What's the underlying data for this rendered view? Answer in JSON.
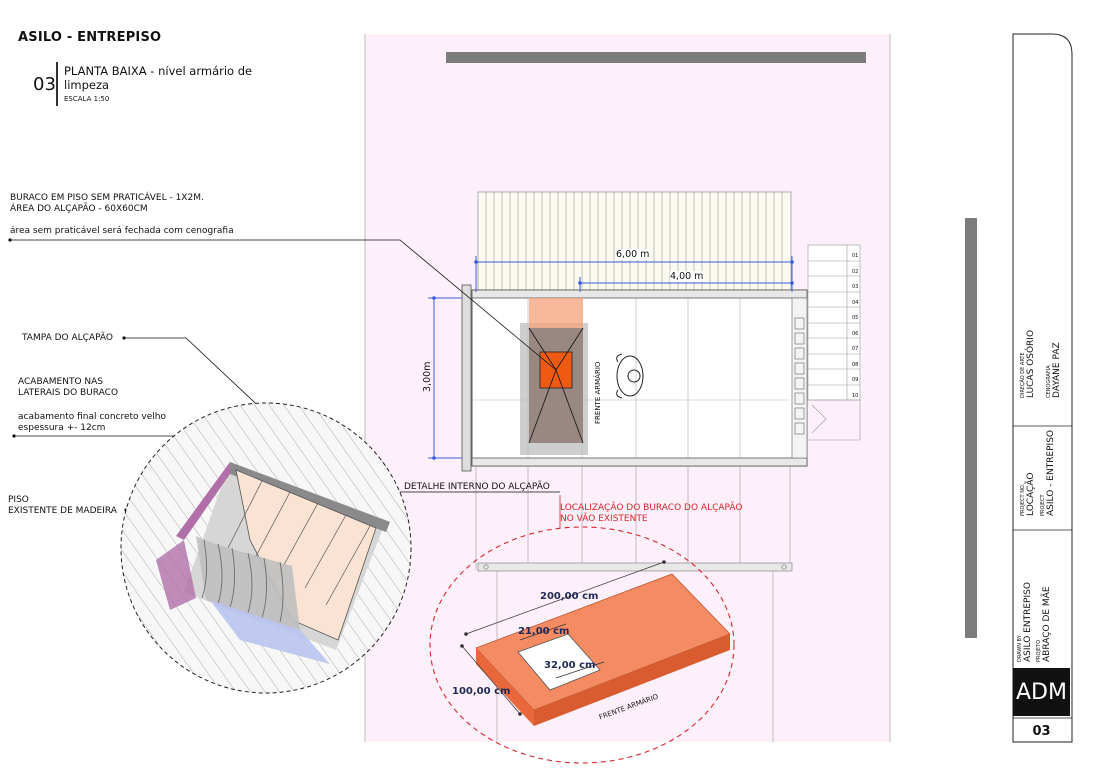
{
  "header": {
    "title": "ASILO - ENTREPISO",
    "sheet_number": "03",
    "sheet_description": "PLANTA BAIXA - nível armário de limpeza",
    "scale": "ESCALA 1:50"
  },
  "annotations": {
    "hole_title": "BURACO EM PISO SEM PRATICÁVEL - 1X2M.",
    "hole_area": "ÁREA DO ALÇAPÃO - 60X60CM",
    "hole_note": "área sem praticável será fechada com cenografia",
    "trapdoor_lid": "TAMPA DO ALÇAPÃO",
    "finish_title_1": "ACABAMENTO NAS",
    "finish_title_2": "LATERAIS DO BURACO",
    "finish_note_1": "acabamento final concreto velho",
    "finish_note_2": "espessura +- 12cm",
    "floor_1": "PISO",
    "floor_2": "EXISTENTE DE MADEIRA",
    "detail_label": "DETALHE INTERNO DO ALÇAPÃO",
    "location_1": "LOCALIZAÇÃO DO BURACO DO ALÇAPÃO",
    "location_2": "NO VÃO EXISTENTE"
  },
  "plan": {
    "dim_6m": "6,00 m",
    "dim_4m": "4,00 m",
    "dim_3m": "3,00m",
    "front_label": "FRENTE ARMÁRIO",
    "stair_steps": [
      "01",
      "02",
      "03",
      "04",
      "05",
      "06",
      "07",
      "08",
      "09",
      "10"
    ]
  },
  "slab": {
    "dim_200": "200,00 cm",
    "dim_21": "21,00 cm",
    "dim_32": "32,00 cm",
    "dim_100": "100,00 cm",
    "front_label": "FRENTE ARMÁRIO"
  },
  "title_block": {
    "art_direction_label": "DIREÇÃO DE ARTE",
    "art_director": "LUCAS OSÓRIO",
    "scenography_label": "CENOGRAFIA",
    "scenographer": "DAYANE PAZ",
    "project_no_label": "PROJECT NO.",
    "location_name": "LOCAÇÃO",
    "project_label": "PROJECT",
    "project_name": "ASILO - ENTREPISO",
    "drawn_by_label": "DRAWN BY",
    "drawn_by": "ASILO ENTREPISO",
    "projeto_label": "PROJETO",
    "projeto": "ABRAÇO DE MÃE",
    "code": "ADM",
    "sheet": "03"
  },
  "colors": {
    "plan_background": "#fdf0fb",
    "orange": "#f58b63",
    "hole_orange": "#ee5a12",
    "dimension_blue": "#3b5bd6",
    "red_dashed": "#d9262a",
    "dark_gray": "#7c7c7c"
  }
}
